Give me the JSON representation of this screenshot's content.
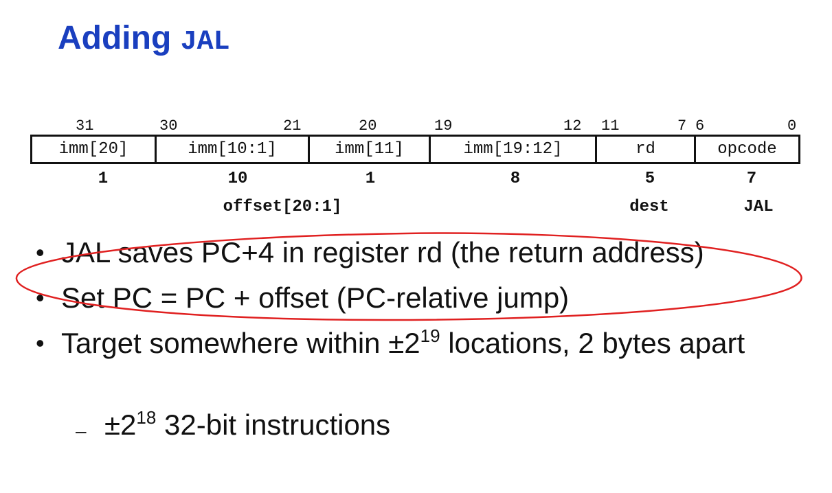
{
  "title": {
    "prefix": "Adding ",
    "code": "JAL"
  },
  "bit_positions": [
    "31",
    "30",
    "21",
    "20",
    "19",
    "12",
    "11",
    "7",
    "6",
    "0"
  ],
  "fields": [
    {
      "label": "imm[20]",
      "width": "1"
    },
    {
      "label": "imm[10:1]",
      "width": "10"
    },
    {
      "label": "imm[11]",
      "width": "1"
    },
    {
      "label": "imm[19:12]",
      "width": "8"
    },
    {
      "label": "rd",
      "width": "5"
    },
    {
      "label": "opcode",
      "width": "7"
    }
  ],
  "field_descriptions": {
    "offset": "offset[20:1]",
    "dest": "dest",
    "jal": "JAL"
  },
  "bullets": [
    {
      "text": "JAL saves PC+4 in register rd (the return address)"
    },
    {
      "text": "Set PC = PC + offset (PC-relative jump)"
    },
    {
      "pre": "Target somewhere within  ±2",
      "sup": "19",
      "post": " locations, 2 bytes apart"
    }
  ],
  "sub_bullet": {
    "dash": "–",
    "pre": "±2",
    "sup": "18",
    "post": " 32-bit instructions"
  },
  "colors": {
    "title": "#1a3fbf",
    "annotation_ellipse": "#e02020"
  }
}
